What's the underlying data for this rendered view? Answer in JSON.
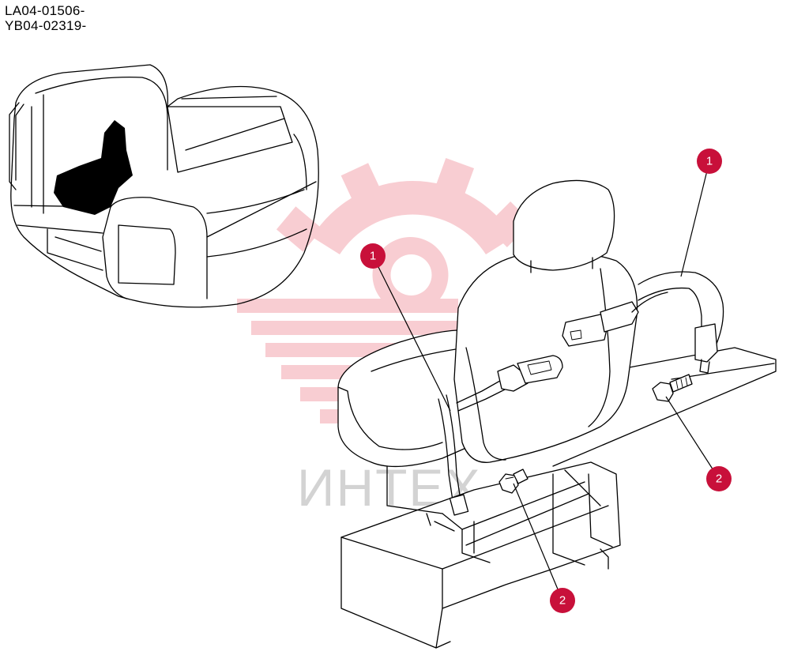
{
  "serials": [
    "LA04-01506-",
    "YB04-02319-"
  ],
  "watermark": {
    "text": "ИНТЕХ",
    "color": "#f4a6ae"
  },
  "callouts": [
    {
      "id": "c1",
      "label": "1",
      "color": "#c8103a"
    },
    {
      "id": "c2",
      "label": "1",
      "color": "#c8103a"
    },
    {
      "id": "c3",
      "label": "2",
      "color": "#c8103a"
    },
    {
      "id": "c4",
      "label": "2",
      "color": "#c8103a"
    }
  ],
  "icons": {
    "thumbnail": "operator-seat-location-thumbnail",
    "main": "seat-with-seatbelt-assembly"
  }
}
